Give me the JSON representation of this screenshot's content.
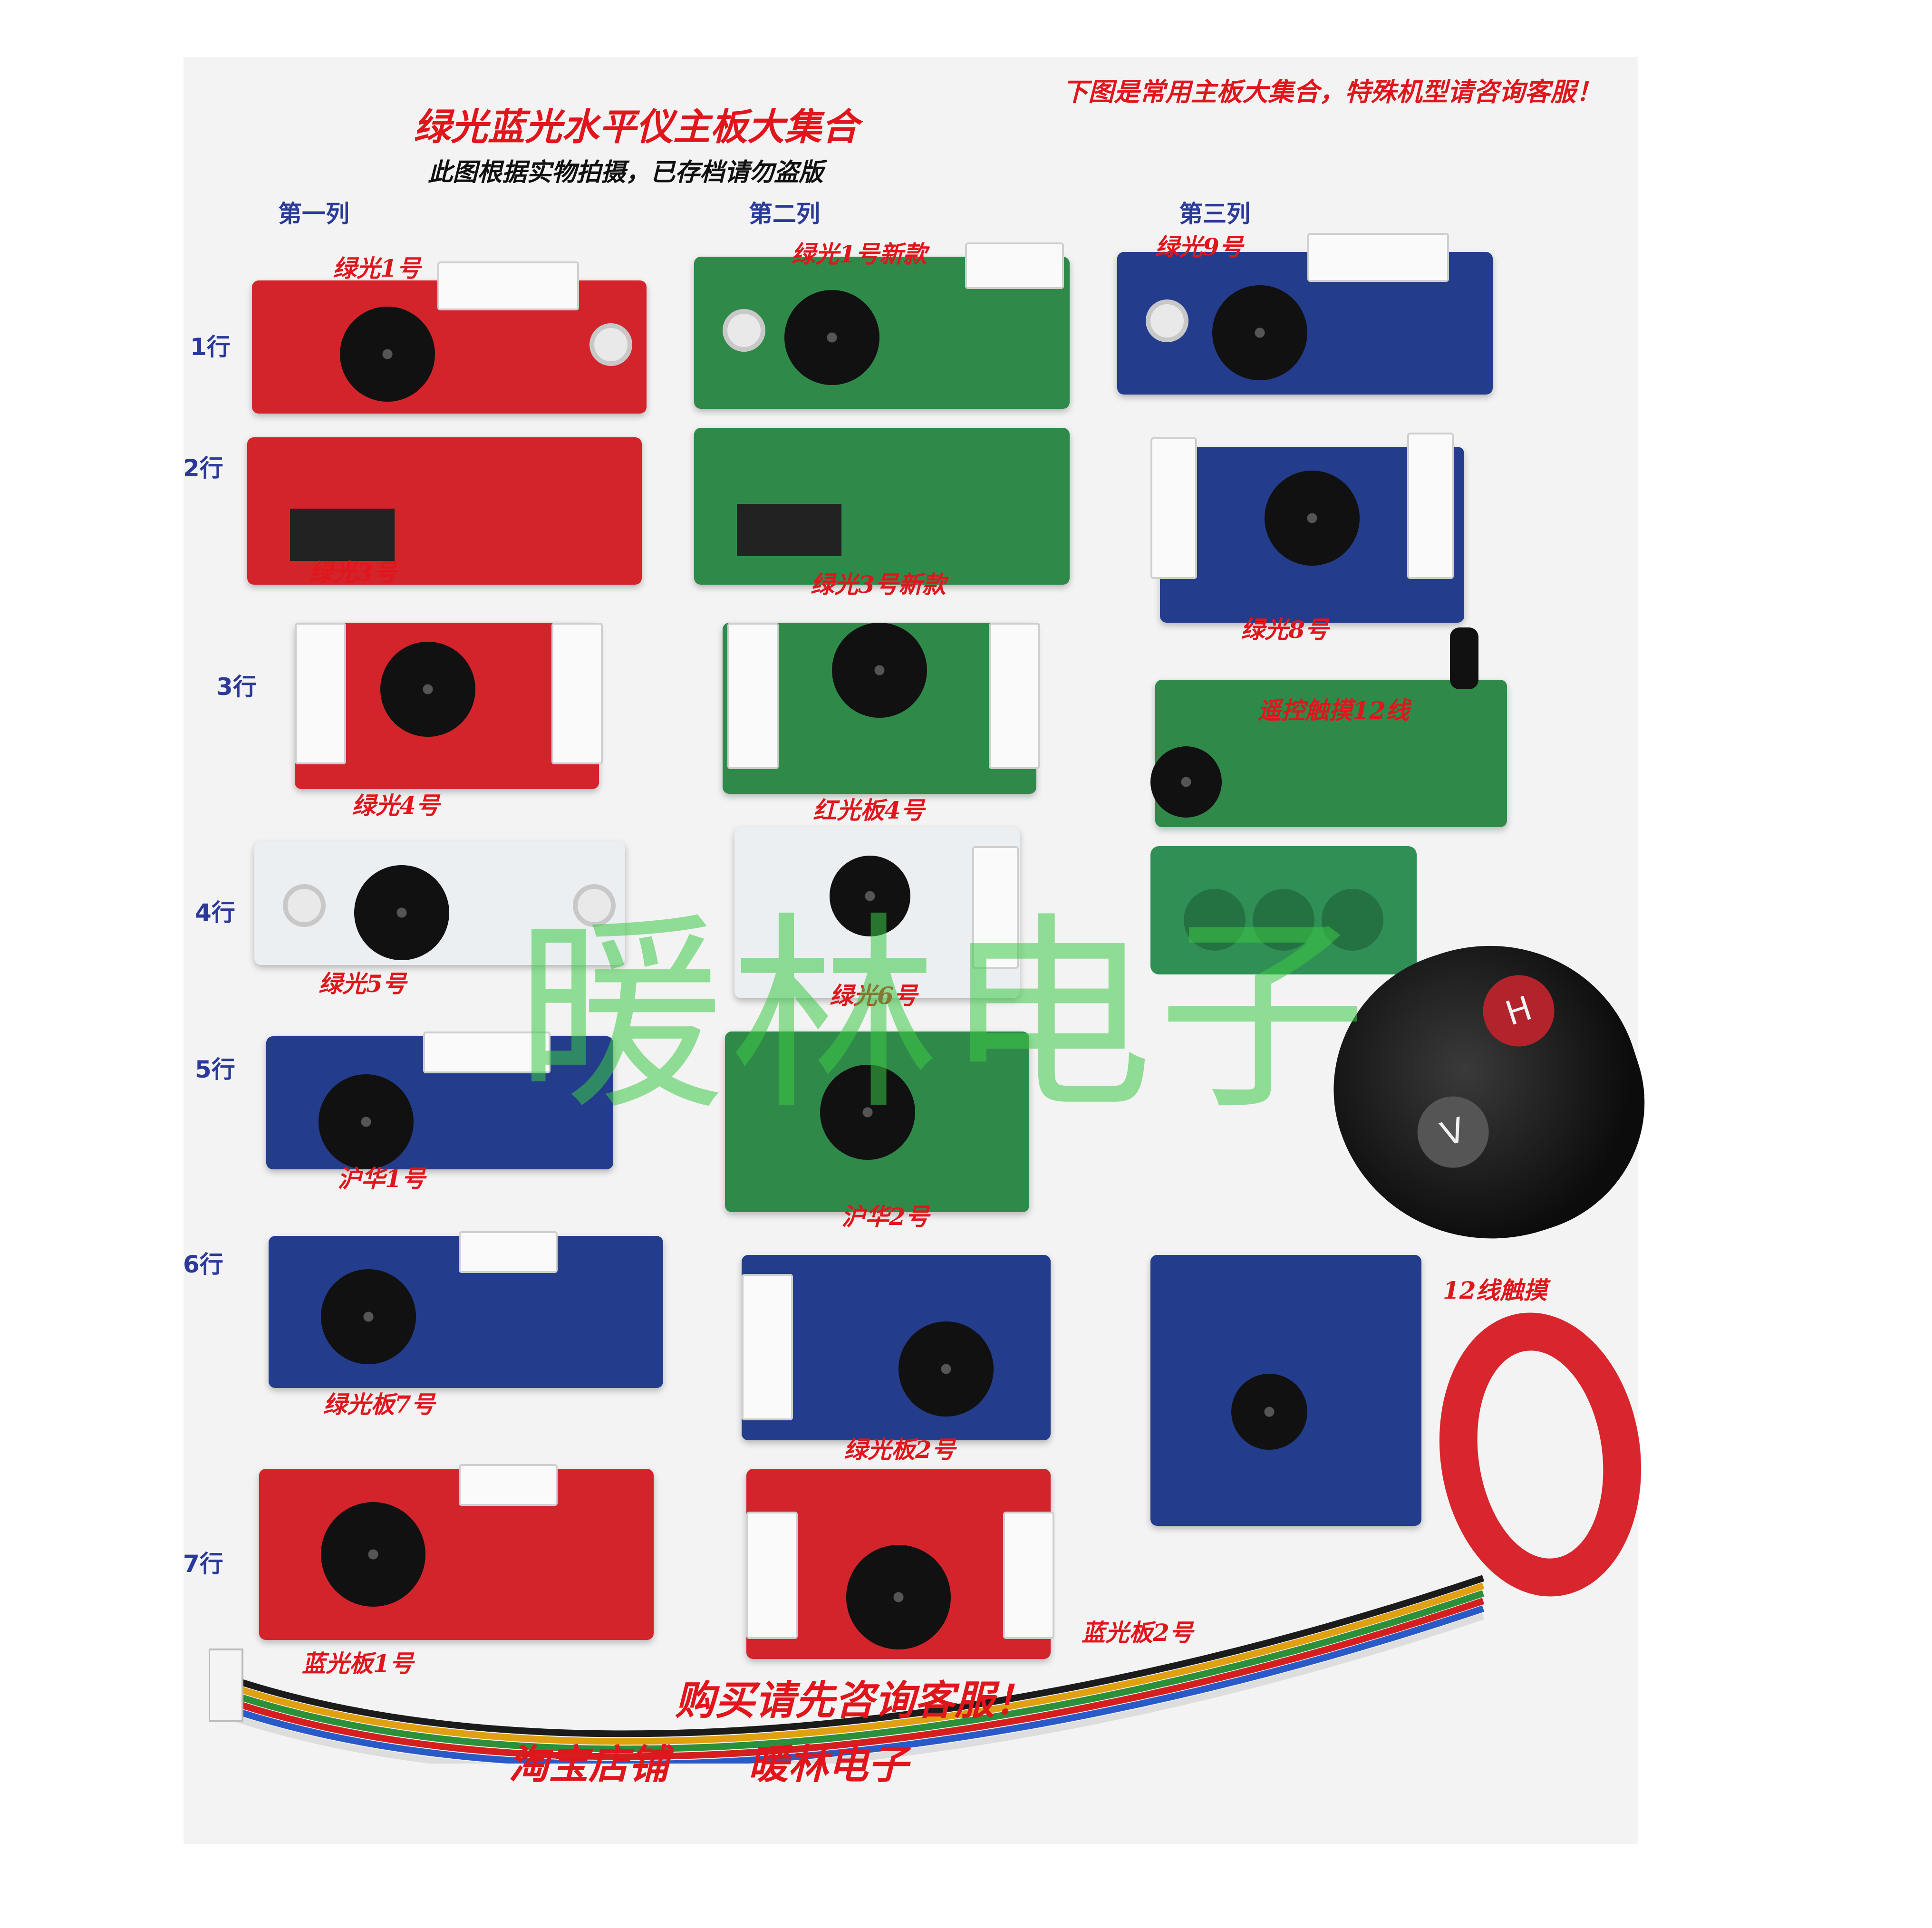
{
  "title": "绿光蓝光水平仪主板大集合",
  "subtitle": "此图根据实物拍摄，已存档请勿盗版",
  "note": "下图是常用主板大集合，特殊机型请咨询客服！",
  "columns": [
    "第一列",
    "第二列",
    "第三列"
  ],
  "rows": [
    "1行",
    "2行",
    "3行",
    "4行",
    "5行",
    "6行",
    "7行"
  ],
  "labels": {
    "g1": "绿光1号",
    "g1_new": "绿光1号新款",
    "g9": "绿光9号",
    "g3": "绿光3号",
    "g3_new": "绿光3号新款",
    "g8": "绿光8号",
    "g4": "绿光4号",
    "red4": "红光板4号",
    "remote12": "遥控触摸12线",
    "g5": "绿光5号",
    "g6": "绿光6号",
    "hh1": "沪华1号",
    "hh2": "沪华2号",
    "touch12": "12线触摸",
    "gb7": "绿光板7号",
    "gb2": "绿光板2号",
    "bb1": "蓝光板1号",
    "bb2": "蓝光板2号"
  },
  "watermark": "暖林电子",
  "footer": {
    "line1": "购买请先咨询客服！",
    "line2": "淘宝店铺　　暖林电子"
  },
  "colors": {
    "label_red": "#e0161c",
    "header_blue": "#2b3a9a",
    "watermark_green": "#3cc846"
  }
}
